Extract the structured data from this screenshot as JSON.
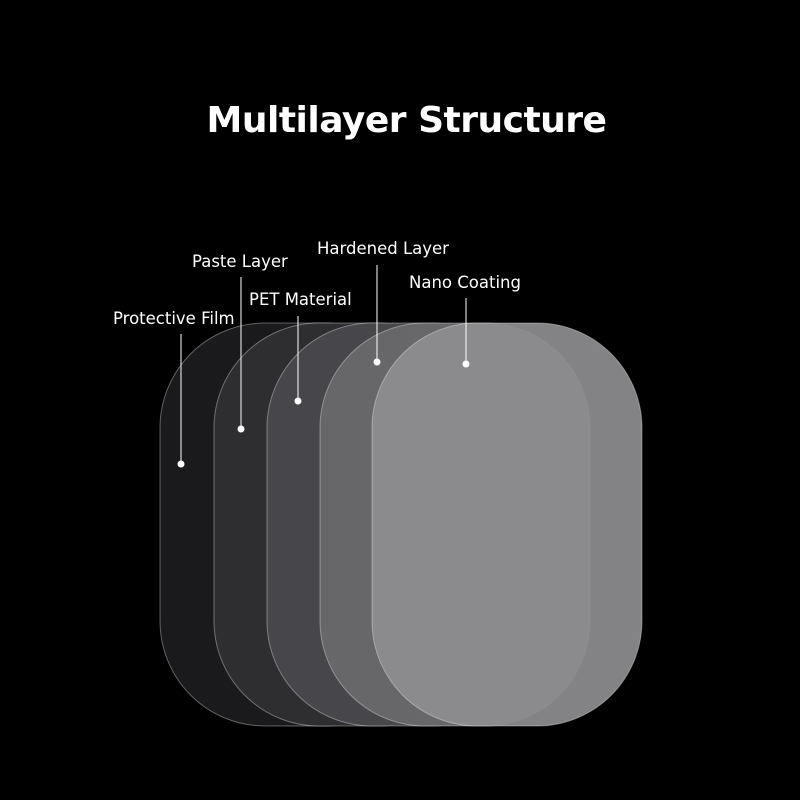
{
  "title": "Multilayer Structure",
  "layers": [
    {
      "label": "Protective Film",
      "color": "#1c1c1e"
    },
    {
      "label": "Paste Layer",
      "color": "#303033"
    },
    {
      "label": "PET Material",
      "color": "#4a4a4d"
    },
    {
      "label": "Hardened Layer",
      "color": "#6a6a6d"
    },
    {
      "label": "Nano Coating",
      "color": "#8e8e90"
    }
  ],
  "colors": {
    "background": "#000000",
    "text": "#ffffff",
    "outline": "#ffffff"
  }
}
